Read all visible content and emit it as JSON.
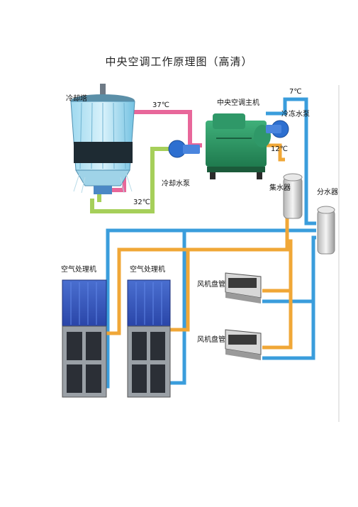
{
  "title": "中央空调工作原理图（高清）",
  "labels": {
    "cooling_tower": "冷却塔",
    "chiller": "中央空调主机",
    "chilled_pump": "冷冻水泵",
    "cooling_pump": "冷却水泵",
    "collector": "集水器",
    "distributor": "分水器",
    "ahu1": "空气处理机",
    "ahu2": "空气处理机",
    "fcu1": "风机盘管",
    "fcu2": "风机盘管"
  },
  "temps": {
    "t37": "37℃",
    "t32": "32℃",
    "t7": "7℃",
    "t12": "12℃"
  },
  "colors": {
    "hot_loop": "#e8679a",
    "cool_loop": "#a6cf5a",
    "supply": "#3a9ddc",
    "return": "#f0a737"
  }
}
